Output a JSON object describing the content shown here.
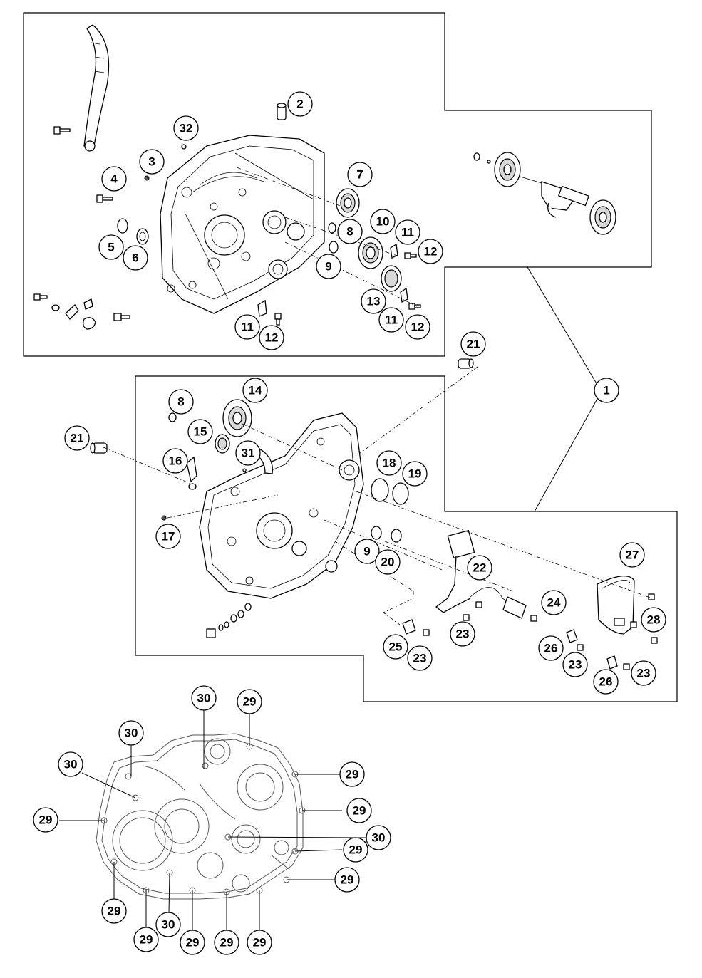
{
  "callouts": {
    "c1": "1",
    "c2": "2",
    "c3": "3",
    "c4": "4",
    "c5": "5",
    "c6": "6",
    "c7": "7",
    "c8": "8",
    "c9": "9",
    "c10": "10",
    "c11": "11",
    "c12": "12",
    "c13": "13",
    "c14": "14",
    "c15": "15",
    "c16": "16",
    "c17": "17",
    "c18": "18",
    "c19": "19",
    "c20": "20",
    "c21": "21",
    "c22": "22",
    "c23": "23",
    "c24": "24",
    "c25": "25",
    "c26": "26",
    "c27": "27",
    "c28": "28",
    "c29": "29",
    "c30": "30",
    "c31": "31",
    "c32": "32"
  }
}
